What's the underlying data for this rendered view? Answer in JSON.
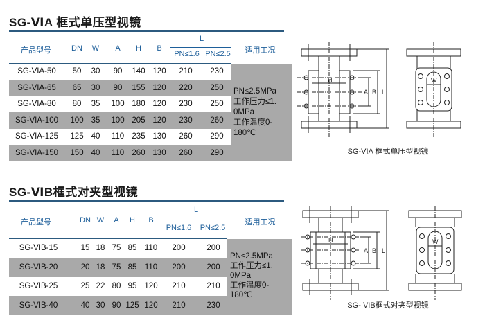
{
  "section_a": {
    "title": "SG-ⅥA 框式单压型视镜",
    "headers": {
      "model": "产品型号",
      "dn": "DN",
      "w": "W",
      "a": "A",
      "h": "H",
      "b": "B",
      "l": "L",
      "l_pn16": "PN≤1.6",
      "l_pn25": "PN≤2.5",
      "conditions": "适用工况"
    },
    "rows": [
      {
        "model": "SG-VIA-50",
        "dn": "50",
        "w": "30",
        "a": "90",
        "h": "140",
        "b": "120",
        "l16": "210",
        "l25": "230"
      },
      {
        "model": "SG-VIA-65",
        "dn": "65",
        "w": "30",
        "a": "90",
        "h": "155",
        "b": "120",
        "l16": "220",
        "l25": "250"
      },
      {
        "model": "SG-VIA-80",
        "dn": "80",
        "w": "35",
        "a": "100",
        "h": "180",
        "b": "120",
        "l16": "230",
        "l25": "250"
      },
      {
        "model": "SG-VIA-100",
        "dn": "100",
        "w": "35",
        "a": "100",
        "h": "205",
        "b": "120",
        "l16": "230",
        "l25": "260"
      },
      {
        "model": "SG-VIA-125",
        "dn": "125",
        "w": "40",
        "a": "110",
        "h": "235",
        "b": "130",
        "l16": "260",
        "l25": "290"
      },
      {
        "model": "SG-VIA-150",
        "dn": "150",
        "w": "40",
        "a": "110",
        "h": "260",
        "b": "130",
        "l16": "260",
        "l25": "290"
      }
    ],
    "conditions": [
      "PN≤2.5MPa",
      "工作压力≤1.",
      "0MPa",
      "工作温度0-",
      "180℃"
    ],
    "diagram_caption": "SG-VIA 框式单压型视镜"
  },
  "section_b": {
    "title": "SG-ⅥB框式对夹型视镜",
    "headers": {
      "model": "产品型号",
      "dn": "DN",
      "w": "W",
      "a": "A",
      "h": "H",
      "b": "B",
      "l": "L",
      "l_pn16": "PN≤1.6",
      "l_pn25": "PN≤2.5",
      "conditions": "适用工况"
    },
    "rows": [
      {
        "model": "SG-VIB-15",
        "dn": "15",
        "w": "18",
        "a": "75",
        "h": "85",
        "b": "110",
        "l16": "200",
        "l25": "200"
      },
      {
        "model": "SG-VIB-20",
        "dn": "20",
        "w": "18",
        "a": "75",
        "h": "85",
        "b": "110",
        "l16": "200",
        "l25": "200"
      },
      {
        "model": "SG-VIB-25",
        "dn": "25",
        "w": "22",
        "a": "80",
        "h": "95",
        "b": "120",
        "l16": "210",
        "l25": "210"
      },
      {
        "model": "SG-VIB-40",
        "dn": "40",
        "w": "30",
        "a": "90",
        "h": "125",
        "b": "120",
        "l16": "210",
        "l25": "230"
      }
    ],
    "conditions": [
      "PN≤2.5MPa",
      "工作压力≤1.",
      "0MPa",
      "工作温度0-",
      "180℃"
    ],
    "diagram_caption": "SG- VIB框式对夹型视镜"
  },
  "diagram_labels": {
    "h": "H",
    "a": "A",
    "b": "B",
    "l": "L",
    "w": "W"
  },
  "colors": {
    "rule": "#2c5a7f",
    "header_text": "#1e5f9a",
    "row_gray": "#a9a9a9"
  }
}
